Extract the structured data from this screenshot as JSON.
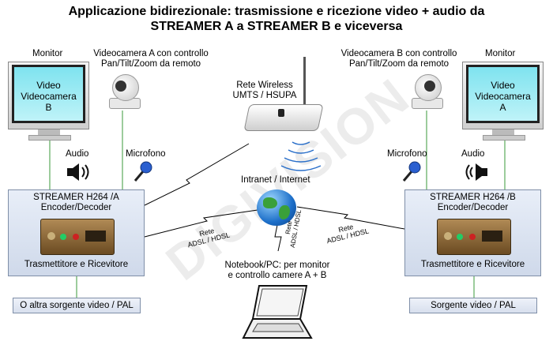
{
  "title_line1": "Applicazione bidirezionale: trasmissione e ricezione video + audio da",
  "title_line2": "STREAMER A a STREAMER B e viceversa",
  "left": {
    "monitor_label": "Monitor",
    "monitor_screen": [
      "Video",
      "Videocamera",
      "B"
    ],
    "camera_label": [
      "Videocamera A con controllo",
      "Pan/Tilt/Zoom da remoto"
    ],
    "audio_label": "Audio",
    "mic_label": "Microfono",
    "streamer": [
      "STREAMER H264 /A",
      "Encoder/Decoder"
    ],
    "streamer_bottom": "Trasmettitore e Ricevitore",
    "source": "O altra sorgente video / PAL"
  },
  "right": {
    "monitor_label": "Monitor",
    "monitor_screen": [
      "Video",
      "Videocamera",
      "A"
    ],
    "camera_label": [
      "Videocamera B con controllo",
      "Pan/Tilt/Zoom da remoto"
    ],
    "audio_label": "Audio",
    "mic_label": "Microfono",
    "streamer": [
      "STREAMER H264 /B",
      "Encoder/Decoder"
    ],
    "streamer_bottom": "Trasmettitore e Ricevitore",
    "source": "Sorgente video / PAL"
  },
  "wireless_label": [
    "Rete Wireless",
    "UMTS / HSUPA"
  ],
  "internet_label": "Intranet / Internet",
  "link_left": [
    "Rete",
    "ADSL / HDSL"
  ],
  "link_middle": [
    "Rete",
    "ADSL / HDSL"
  ],
  "link_right": [
    "Rete",
    "ADSL / HDSL"
  ],
  "notebook_label": [
    "Notebook/PC: per monitor",
    "e controllo camere A + B"
  ],
  "watermark": "DIGIVISION"
}
